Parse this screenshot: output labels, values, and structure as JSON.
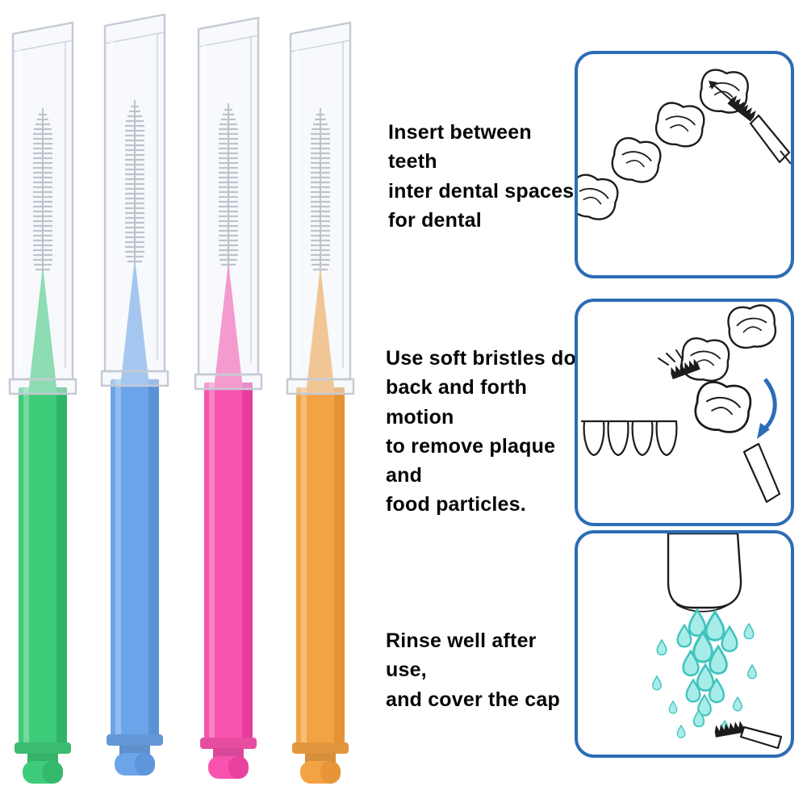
{
  "product": {
    "brushes": [
      {
        "id": "green",
        "color": "#3ecb7a",
        "shade": "#27a55e"
      },
      {
        "id": "blue",
        "color": "#6ba4e8",
        "shade": "#4f87cc"
      },
      {
        "id": "pink",
        "color": "#f853ae",
        "shade": "#d92f92"
      },
      {
        "id": "orange",
        "color": "#f4a344",
        "shade": "#d9882b"
      }
    ]
  },
  "instructions": [
    {
      "text": "Insert between teeth\ninter dental spaces,\nfor dental"
    },
    {
      "text": "Use soft bristles do\nback and forth motion\nto remove plaque and\nfood particles."
    },
    {
      "text": "Rinse well after use,\nand cover the cap"
    }
  ],
  "theme": {
    "panel-border": "#2b6cb5",
    "arrow-blue": "#2b6cb5",
    "water-fill": "#a7ece8",
    "water-stroke": "#3fc3be",
    "ink": "#1c1c1c",
    "cap-fill": "rgba(238,242,249,0.45)",
    "cap-stroke": "#c4cad4",
    "wire": "#969da7"
  }
}
